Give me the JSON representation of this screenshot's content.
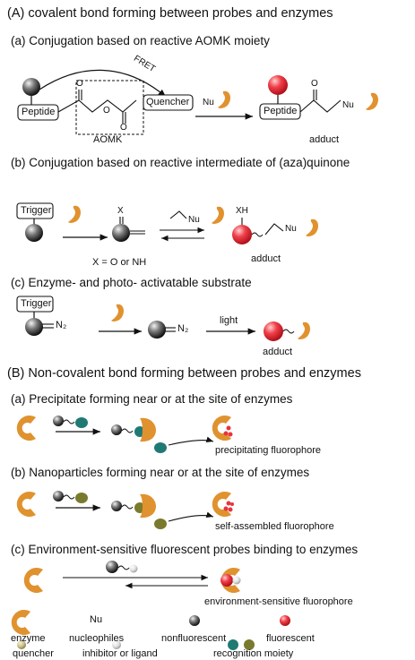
{
  "sectionA": {
    "title": "(A) covalent bond forming between probes and enzymes",
    "a": {
      "title": "(a) Conjugation based on reactive AOMK moiety",
      "peptide": "Peptide",
      "quencher": "Quencher",
      "fret": "FRET",
      "aomk": "AOMK",
      "o1": "O",
      "o2": "O",
      "o3": "O",
      "nu": "Nu",
      "peptide2": "Peptide",
      "o4": "O",
      "nu2": "Nu",
      "adduct": "adduct"
    },
    "b": {
      "title": "(b) Conjugation based on reactive intermediate of (aza)quinone",
      "trigger": "Trigger",
      "x": "X",
      "xeq": "X = O or NH",
      "nu": "Nu",
      "xh": "XH",
      "nu2": "Nu",
      "adduct": "adduct"
    },
    "c": {
      "title": "(c) Enzyme- and photo- activatable substrate",
      "trigger": "Trigger",
      "n2a": "N₂",
      "n2b": "N₂",
      "light": "light",
      "adduct": "adduct"
    }
  },
  "sectionB": {
    "title": "(B) Non-covalent bond forming between probes and enzymes",
    "a": {
      "title": "(a) Precipitate forming near or at the site of enzymes",
      "result": "precipitating fluorophore"
    },
    "b": {
      "title": "(b) Nanoparticles forming near or at the site of enzymes",
      "result": "self-assembled fluorophore"
    },
    "c": {
      "title": "(c) Environment-sensitive fluorescent probes binding to enzymes",
      "result": "environment-sensitive fluorophore"
    }
  },
  "legend": {
    "enzyme": "enzyme",
    "nu": "Nu",
    "nucleophiles": "nucleophiles",
    "nonfluorescent": "nonfluorescent",
    "fluorescent": "fluorescent",
    "quencher": "quencher",
    "inhibitor": "inhibitor or ligand",
    "recognition": "recognition moiety"
  },
  "colors": {
    "enzyme": "#e0922f",
    "teal": "#1f7a74",
    "olive": "#7a7a2e",
    "fluorescent": "#e8343a",
    "quencher": "#c9c08a"
  }
}
